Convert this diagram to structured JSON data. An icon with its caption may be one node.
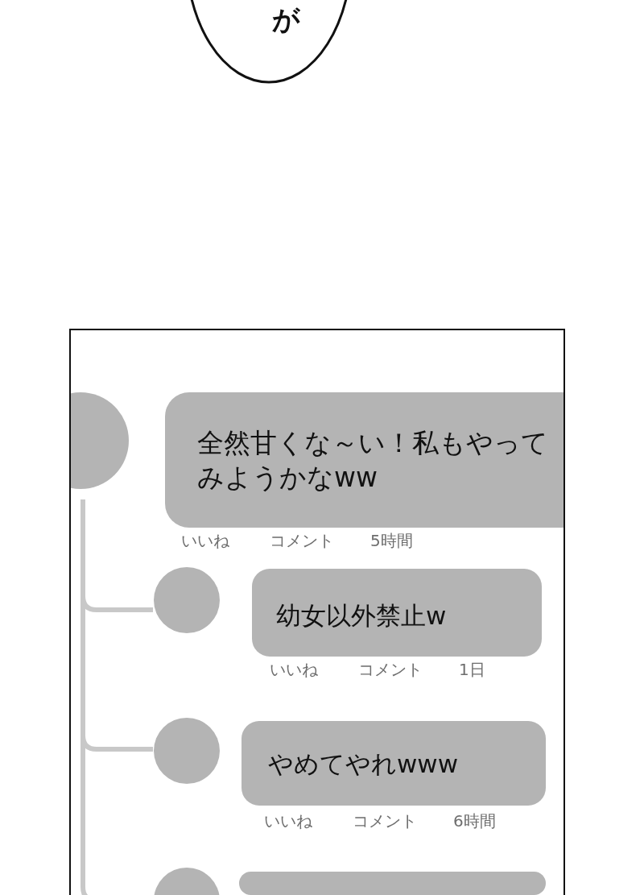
{
  "diagram": {
    "nodes": [
      {
        "text": [
          "が"
        ]
      },
      {
        "text": [],
        "shape": "circle"
      },
      {
        "text": [
          "全然甘くな～い！私もやってみようかなww"
        ],
        "beside": [
          "いいね",
          "コメント",
          "5時間"
        ]
      },
      {
        "text": [],
        "shape": "circle"
      },
      {
        "text": [
          "幼女以外禁止w"
        ],
        "beside": [
          "いいね",
          "コメント",
          "1日"
        ]
      },
      {
        "text": [],
        "shape": "circle"
      },
      {
        "text": [
          "やめてやれwww"
        ],
        "beside": [
          "いいね",
          "コメント",
          "6時間"
        ]
      },
      {
        "text": [],
        "shape": "circle"
      },
      {
        "text": [],
        "shape": "box"
      }
    ],
    "edges": [
      {
        "from": 1,
        "to": 3,
        "arrow": "none"
      },
      {
        "from": 1,
        "to": 5,
        "arrow": "none"
      },
      {
        "from": 1,
        "to": 7,
        "arrow": "none"
      }
    ]
  }
}
